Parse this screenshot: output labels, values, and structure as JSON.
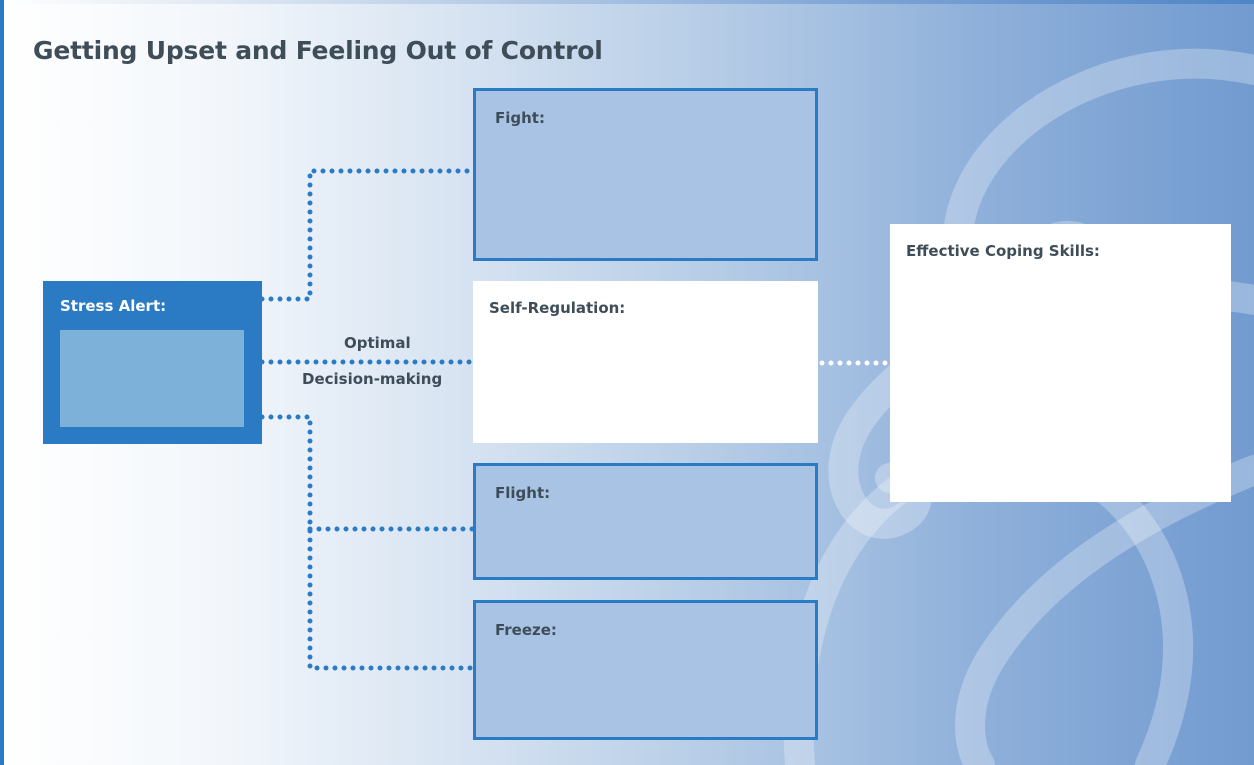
{
  "title": "Getting Upset and Feeling Out of Control",
  "boxes": {
    "stress_alert": "Stress Alert:",
    "fight": "Fight:",
    "self_regulation": "Self-Regulation:",
    "flight": "Flight:",
    "freeze": "Freeze:",
    "effective_coping": "Effective Coping Skills:"
  },
  "connector_labels": {
    "optimal": "Optimal",
    "decision_making": "Decision-making"
  },
  "colors": {
    "primary_blue": "#2a7bc4",
    "light_blue_box": "#a8c3e4",
    "title_text": "#3f4d59",
    "white": "#ffffff"
  }
}
